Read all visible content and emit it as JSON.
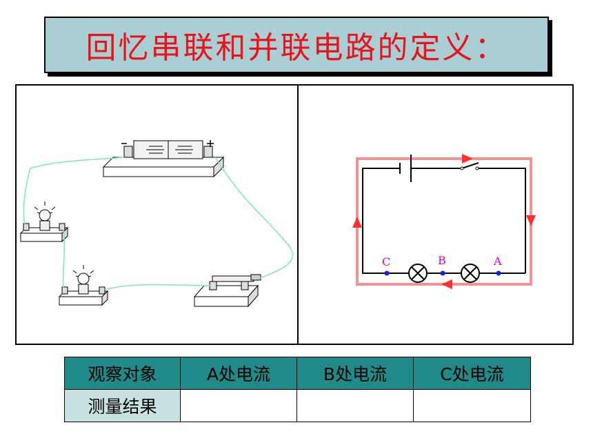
{
  "title": "回忆串联和并联电路的定义：",
  "schematic": {
    "points": [
      {
        "label": "C"
      },
      {
        "label": "B"
      },
      {
        "label": "A"
      }
    ]
  },
  "table": {
    "headers": [
      "观察对象",
      "A处电流",
      "B处电流",
      "C处电流"
    ],
    "rows": [
      {
        "label": "测量结果",
        "cells": [
          "",
          "",
          ""
        ]
      }
    ]
  },
  "colors": {
    "title_text": "#e8141b",
    "title_bg": "#a9ced3",
    "wire": "#7fe8b0",
    "current_arrow": "#f08080",
    "point_marker": "#1a1aff",
    "point_label": "#e000c8",
    "table_header": "#1f8a87",
    "table_rowhead": "#c8e2e1"
  }
}
